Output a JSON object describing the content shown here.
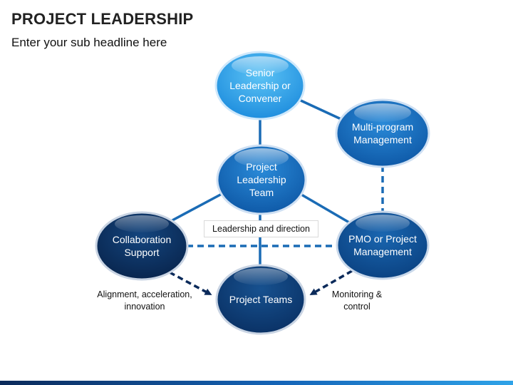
{
  "header": {
    "title": "PROJECT LEADERSHIP",
    "subtitle": "Enter your sub headline here"
  },
  "nodes": {
    "senior": "Senior\nLeadership or\nConvener",
    "multi_program": "Multi-program\nManagement",
    "project_leadership": "Project\nLeadership\nTeam",
    "collaboration": "Collaboration\nSupport",
    "pmo": "PMO or Project\nManagement",
    "project_teams": "Project Teams"
  },
  "labels": {
    "center": "Leadership and direction",
    "left": "Alignment, acceleration,\ninnovation",
    "right": "Monitoring &\ncontrol"
  },
  "colors": {
    "light_blue": "#2f9fe6",
    "mid_blue": "#1565b8",
    "dark_blue": "#0f4f8f",
    "navy": "#0b2a5a",
    "connector": "#1a6bb5"
  }
}
